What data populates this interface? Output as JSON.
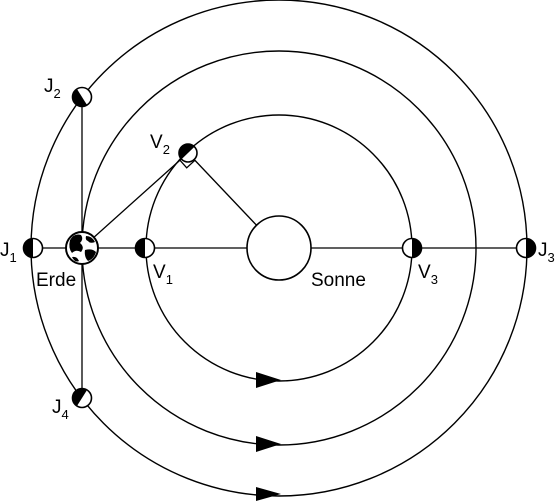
{
  "labels": {
    "earth": "Erde",
    "sun": "Sonne",
    "v1": {
      "main": "V",
      "sub": "1"
    },
    "v2": {
      "main": "V",
      "sub": "2"
    },
    "v3": {
      "main": "V",
      "sub": "3"
    },
    "j1": {
      "main": "J",
      "sub": "1"
    },
    "j2": {
      "main": "J",
      "sub": "2"
    },
    "j3": {
      "main": "J",
      "sub": "3"
    },
    "j4": {
      "main": "J",
      "sub": "4"
    }
  },
  "icons": {
    "sun": "sun-circle-icon",
    "earth": "earth-globe-icon",
    "phase": "half-shaded-planet-icon",
    "direction": "orbit-direction-arrow-icon"
  },
  "colors": {
    "ink": "#000000",
    "background": "#ffffff"
  }
}
